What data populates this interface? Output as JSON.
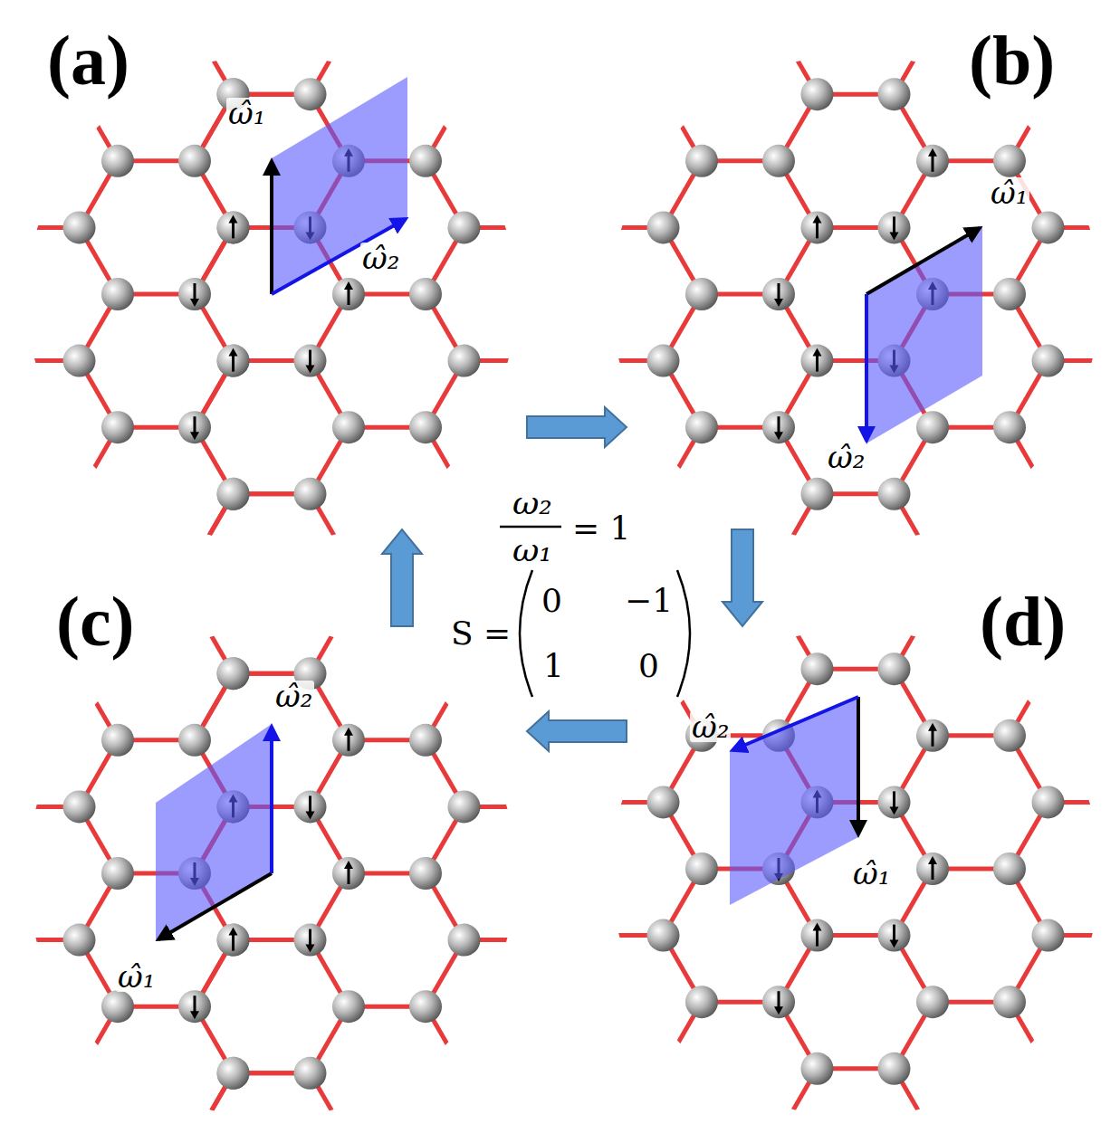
{
  "diagram": {
    "labels": [
      "(a)",
      "(b)",
      "(c)",
      "(d)",
      "ω̂₁",
      "ω̂₂",
      "ω̂₁",
      "ω̂₂",
      "ω̂₂",
      "ω̂₁",
      "ω̂₂",
      "ω̂₁",
      "ω₂",
      "ω₁",
      "= 1",
      "S =",
      "0",
      "−1",
      "1",
      "0"
    ]
  }
}
